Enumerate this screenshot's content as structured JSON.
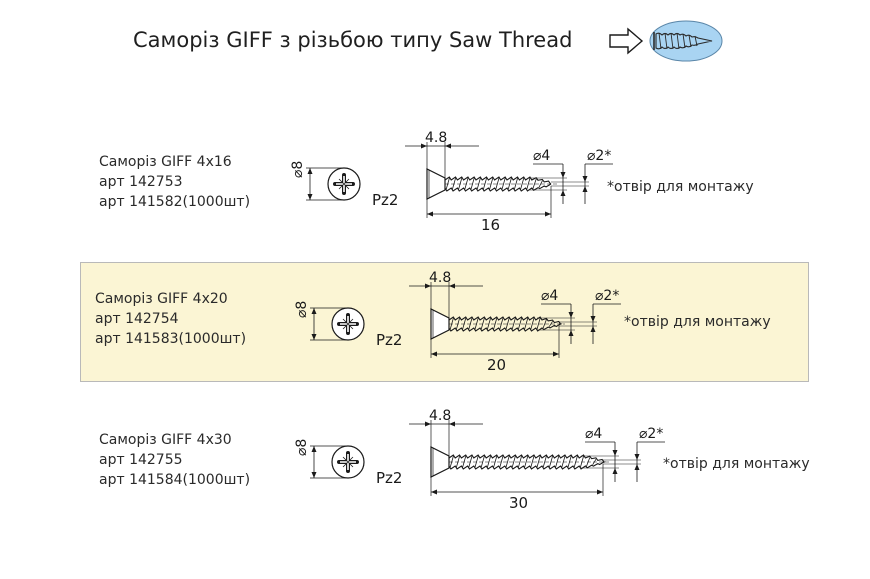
{
  "title": "Саморіз GIFF з різьбою типу Saw Thread",
  "colors": {
    "highlight_bg": "#fbf5d4",
    "thread_icon": "#a9d4f2",
    "line": "#1a1a1a"
  },
  "icons": {
    "arrow": "outline-arrow-right-icon",
    "thread": "saw-thread-icon"
  },
  "screws": [
    {
      "name": "Саморіз GIFF 4x16",
      "art": "арт 142753",
      "art_bulk": "арт 141582(1000шт)",
      "head_diameter": "8",
      "drive": "Pz2",
      "head_height": "4.8",
      "thread_diameter": "4",
      "hole_diameter": "2*",
      "length": "16",
      "note": "*отвір для монтажу",
      "highlighted": false
    },
    {
      "name": "Саморіз GIFF 4x20",
      "art": "арт 142754",
      "art_bulk": "арт 141583(1000шт)",
      "head_diameter": "8",
      "drive": "Pz2",
      "head_height": "4.8",
      "thread_diameter": "4",
      "hole_diameter": "2*",
      "length": "20",
      "note": "*отвір для монтажу",
      "highlighted": true
    },
    {
      "name": "Саморіз GIFF 4x30",
      "art": "арт 142755",
      "art_bulk": "арт 141584(1000шт)",
      "head_diameter": "8",
      "drive": "Pz2",
      "head_height": "4.8",
      "thread_diameter": "4",
      "hole_diameter": "2*",
      "length": "30",
      "note": "*отвір для монтажу",
      "highlighted": false
    }
  ]
}
